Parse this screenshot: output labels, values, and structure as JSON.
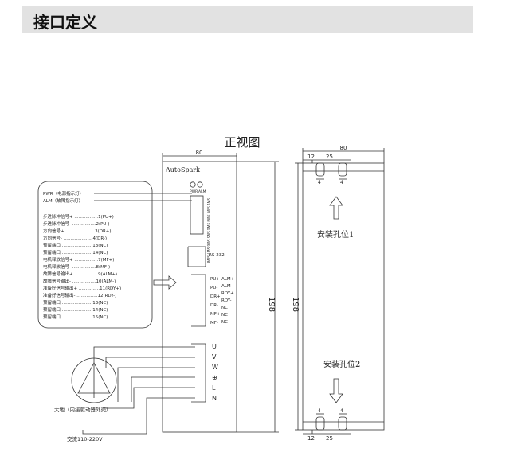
{
  "header": {
    "title": "接口定义"
  },
  "front_view": {
    "title": "正视图",
    "brand": "AutoSpark",
    "width_label": "80",
    "height_label": "198",
    "led_labels": {
      "pwr": "PWR",
      "alm": "ALM"
    },
    "dial_label": "SW1 SW2 SW3 SW4 SW5 SW6 SW7 SW8",
    "rs232_label": "RS-232",
    "signal_pins": [
      "PU+",
      "PU-",
      "DR+",
      "DR-",
      "MF+",
      "MF-"
    ],
    "signal_pins_right": [
      "ALM+",
      "ALM-",
      "RDY+",
      "RDY-",
      "NC",
      "NC",
      "NC"
    ],
    "power_pins": [
      "U",
      "V",
      "W",
      "⊕",
      "L",
      "N"
    ]
  },
  "legend": {
    "led_items": [
      "PWR（电源指示灯）",
      "ALM（故障指示灯）"
    ],
    "pins": [
      "步进脉冲信号+ .................1(PU+)",
      "步进脉冲信号- .................2(PU-)",
      "方向信号+ .....................3(DR+)",
      "方向信号- .....................4(DR-)",
      "预留端口 ......................13(NC)",
      "预留端口 ......................14(NC)",
      "电机释放信号+ .................7(MF+)",
      "电机释放信号- .................8(MF-)",
      "故障信号输出+ .................9(ALM+)",
      "故障信号输出- .................10(ALM-)",
      "准备好信号输出+ ...............11(RDY+)",
      "准备好信号输出- ...............12(RDY-)",
      "预留端口 ......................13(NC)",
      "预留端口 ......................14(NC)",
      "预留端口 ......................15(NC)"
    ]
  },
  "wiring": {
    "ground_label": "大地（内接驱动器外壳）",
    "ac_label": "交流110-220V"
  },
  "side_view": {
    "width_label": "80",
    "height_label": "198",
    "dim_12": "12",
    "dim_25": "25",
    "dim_4": "4",
    "hole_top_label": "安装孔位1",
    "hole_bottom_label": "安装孔位2"
  }
}
